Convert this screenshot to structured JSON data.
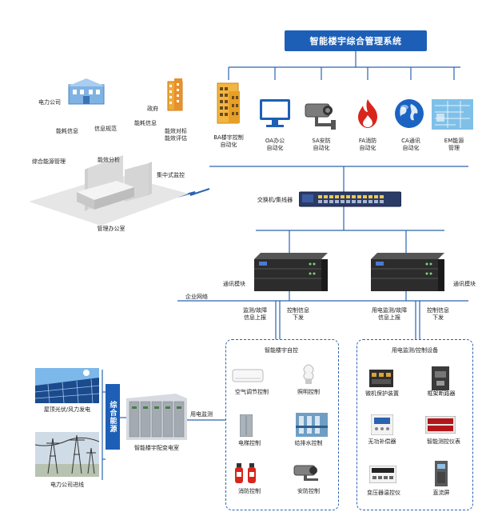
{
  "title": "智能楼宇综合管理系统",
  "subsystems": [
    {
      "id": "ba",
      "label_line1": "BA楼宇控制",
      "label_line2": "自动化",
      "icon": "building-icon"
    },
    {
      "id": "oa",
      "label_line1": "OA办公",
      "label_line2": "自动化",
      "icon": "monitor-icon"
    },
    {
      "id": "sa",
      "label_line1": "SA安防",
      "label_line2": "自动化",
      "icon": "camera-icon"
    },
    {
      "id": "fa",
      "label_line1": "FA消防",
      "label_line2": "自动化",
      "icon": "fire-icon"
    },
    {
      "id": "ca",
      "label_line1": "CA通讯",
      "label_line2": "自动化",
      "icon": "globe-icon"
    },
    {
      "id": "em",
      "label_line1": "EM能源",
      "label_line2": "管理",
      "icon": "energy-screen-icon"
    }
  ],
  "switch_label": "交换机/集线器",
  "comm_module_left": "通讯模块",
  "comm_module_right": "通讯模块",
  "enterprise_network": "企业网络",
  "left_uplink": {
    "line1": "监测/故障",
    "line2": "信息上报"
  },
  "left_downlink": {
    "line1": "控制信息",
    "line2": "下发"
  },
  "right_uplink": {
    "line1": "用电监测/故障",
    "line2": "信息上报"
  },
  "right_downlink": {
    "line1": "控制信息",
    "line2": "下发"
  },
  "office": {
    "power_company": "电力公司",
    "energy_info": "能耗信息",
    "info_report": "信息规范",
    "government": "政府",
    "energy_consumption": "能耗信息",
    "energy_compare_1": "能效对标",
    "energy_compare_2": "能效评估",
    "integrated_energy": "综合能源管理",
    "efficiency_analysis": "能效分析",
    "central_monitor": "集中式监控",
    "management_office": "管理办公室"
  },
  "smart_building_box": {
    "title": "智能楼宇自控",
    "items": [
      "空气调节控制",
      "照明控制",
      "电梯控制",
      "给排水控制",
      "消防控制",
      "安防控制"
    ]
  },
  "power_box": {
    "title": "用电监测/控制设备",
    "items": [
      "微机保护装置",
      "框架断路器",
      "无功补偿器",
      "智能测控仪表",
      "变压器温控仪",
      "直流屏"
    ]
  },
  "energy_sources": {
    "solar": "屋顶光伏/风力发电",
    "grid": "电力公司进线",
    "integrated_label": "综合能源",
    "substation": "智能楼宇配变电室",
    "power_monitoring": "用电监测"
  },
  "colors": {
    "accent": "#1d5fb7",
    "line": "#2b63b0"
  }
}
